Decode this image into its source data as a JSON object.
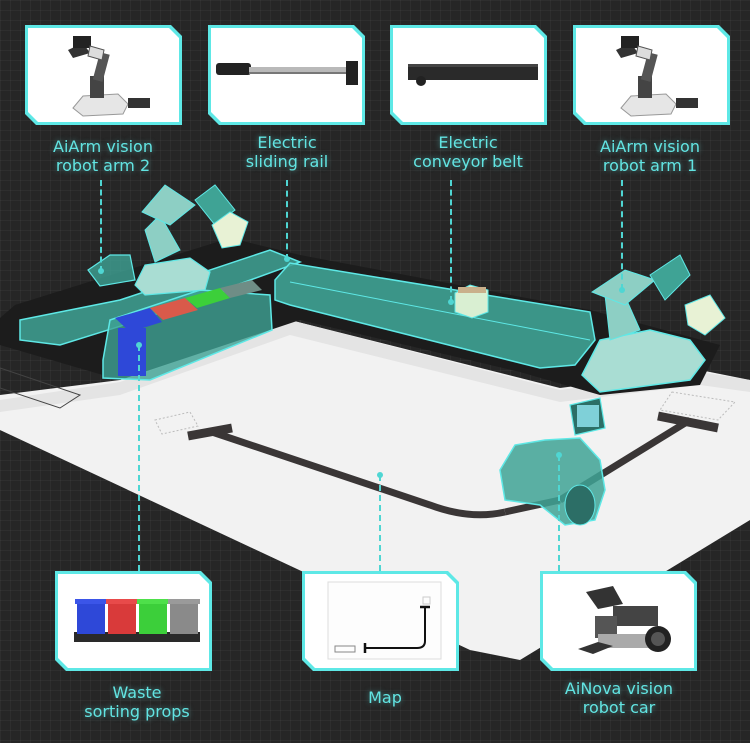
{
  "colors": {
    "accent": "#5ee8e6",
    "label_text": "#62e4e2",
    "background": "#262626",
    "device_teal": "#3fa395",
    "mat": "#f2f2f2",
    "track": "#3a3636",
    "bin_blue": "#2e48d8",
    "bin_red": "#d93a3a",
    "bin_green": "#3ccf3a",
    "bin_gray": "#8a8a8a"
  },
  "top_cards": [
    {
      "id": "arm2",
      "line1": "AiArm vision",
      "line2": "robot arm 2",
      "icon": "robot-arm-icon"
    },
    {
      "id": "rail",
      "line1": "Electric",
      "line2": "sliding rail",
      "icon": "sliding-rail-icon"
    },
    {
      "id": "belt",
      "line1": "Electric",
      "line2": "conveyor belt",
      "icon": "conveyor-belt-icon"
    },
    {
      "id": "arm1",
      "line1": "AiArm vision",
      "line2": "robot arm 1",
      "icon": "robot-arm-icon"
    }
  ],
  "bottom_cards": [
    {
      "id": "bins",
      "line1": "Waste",
      "line2": "sorting props",
      "icon": "waste-bins-icon"
    },
    {
      "id": "map",
      "line1": "Map",
      "line2": "",
      "icon": "map-icon"
    },
    {
      "id": "car",
      "line1": "AiNova vision",
      "line2": "robot car",
      "icon": "robot-car-icon"
    }
  ]
}
